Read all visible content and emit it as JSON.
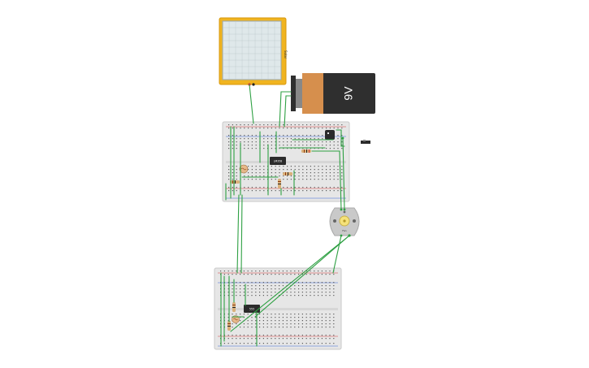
{
  "colors": {
    "wire": "#2ea043",
    "breadboard": "#e6e6e6",
    "breadboard_edge": "#c9c9c9",
    "hole": "#5a5a5a",
    "rail_red": "#d43a3a",
    "rail_blue": "#3a66d4",
    "solar_frame": "#f0b420",
    "solar_glass": "#dfe8ea",
    "battery_body": "#2f2f2f",
    "battery_wrap": "#d68f4d",
    "motor_body": "#c9c9c9",
    "motor_center": "#f5e27a",
    "ic": "#2b2b2b"
  },
  "icons": {
    "solar": "solar-panel-icon",
    "battery": "battery-icon",
    "motor": "dc-motor-icon",
    "chip": "ic-chip-icon",
    "resistor": "resistor-icon",
    "photoresistor": "photoresistor-icon",
    "transistor": "transistor-icon",
    "switch": "slide-switch-icon"
  },
  "labels": {
    "battery_voltage": "9V",
    "solar_text": "Solar",
    "motor_text": "Fan",
    "top_chip": "LM358",
    "bottom_chip": "555"
  }
}
